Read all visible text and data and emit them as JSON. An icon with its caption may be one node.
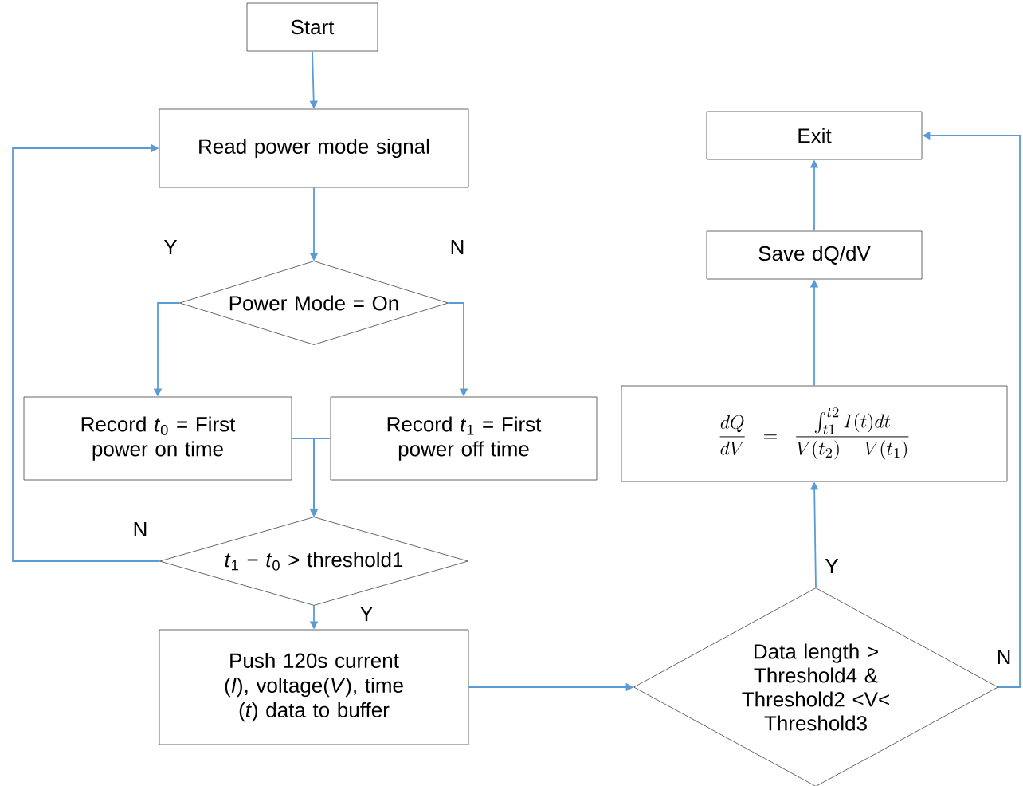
{
  "diagram": {
    "nodes": [
      {
        "text": [
          "Start"
        ]
      },
      {
        "text": [
          "Read power mode signal"
        ]
      },
      {
        "text": [
          "Power Mode = On"
        ]
      },
      {
        "text": [
          "Record *t*$_{0}$ = First power on time"
        ]
      },
      {
        "text": [
          "Record *t*$_{1}$ = First power off time"
        ]
      },
      {
        "text": [
          "*t*$_{1}$ − *t*$_{0}$ > threshold1"
        ]
      },
      {
        "text": [
          "Push 120s current (*I*), voltage(*V*), time (*t*) data to buffer"
        ]
      },
      {
        "text": [
          "Data length > Threshold4 & Threshold2 <V< Threshold3"
        ]
      },
      {
        "text": [
          "\\frac{dQ}{dV} = \\frac{\\int_{t1}^{t2} I(t)dt}{V(t_2) - V(t_1)}"
        ]
      },
      {
        "text": [
          "Save dQ/dV"
        ]
      },
      {
        "text": [
          "Exit"
        ]
      }
    ],
    "edges": [
      {
        "from": 0,
        "to": 1,
        "arrow": "to"
      },
      {
        "from": 1,
        "to": 2,
        "arrow": "to"
      },
      {
        "from": 2,
        "to": 3,
        "arrow": "to",
        "label": "Y"
      },
      {
        "from": 2,
        "to": 4,
        "arrow": "to",
        "label": "N"
      },
      {
        "from": 3,
        "to": 5,
        "arrow": "to"
      },
      {
        "from": 4,
        "to": 5,
        "arrow": "to"
      },
      {
        "from": 5,
        "to": 1,
        "arrow": "to",
        "label": "N"
      },
      {
        "from": 5,
        "to": 6,
        "arrow": "to",
        "label": "Y"
      },
      {
        "from": 6,
        "to": 7,
        "arrow": "to"
      },
      {
        "from": 7,
        "to": 8,
        "arrow": "to",
        "label": "Y"
      },
      {
        "from": 8,
        "to": 9,
        "arrow": "to"
      },
      {
        "from": 9,
        "to": 10,
        "arrow": "to"
      },
      {
        "from": 7,
        "to": 10,
        "arrow": "to",
        "label": "N"
      }
    ]
  }
}
